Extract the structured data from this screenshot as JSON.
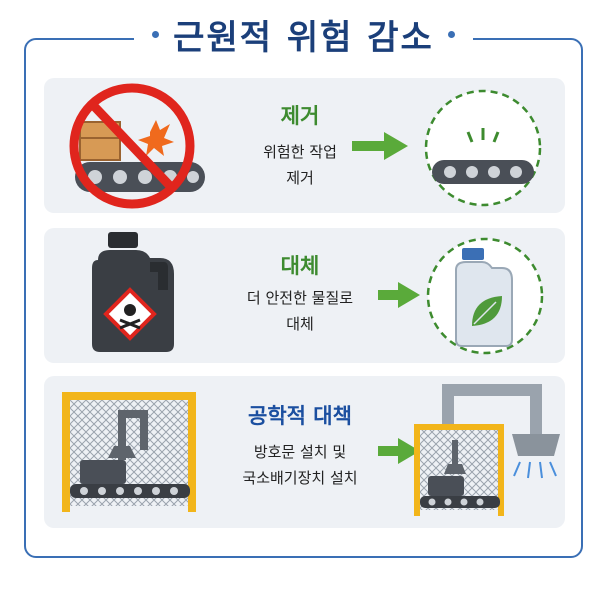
{
  "title": "근원적 위험 감소",
  "sections": [
    {
      "label": "제거",
      "desc_line1": "위험한 작업",
      "desc_line2": "제거",
      "color": "#3d8b2f"
    },
    {
      "label": "대체",
      "desc_line1": "더 안전한 물질로",
      "desc_line2": "대체",
      "color": "#3d8b2f"
    },
    {
      "label": "공학적 대책",
      "desc_line1": "방호문 설치 및",
      "desc_line2": "국소배기장치 설치",
      "color": "#1b4fa0"
    }
  ],
  "colors": {
    "frame": "#3a6fb5",
    "arrow": "#5aaa3a",
    "panel": "#eef1f5"
  }
}
